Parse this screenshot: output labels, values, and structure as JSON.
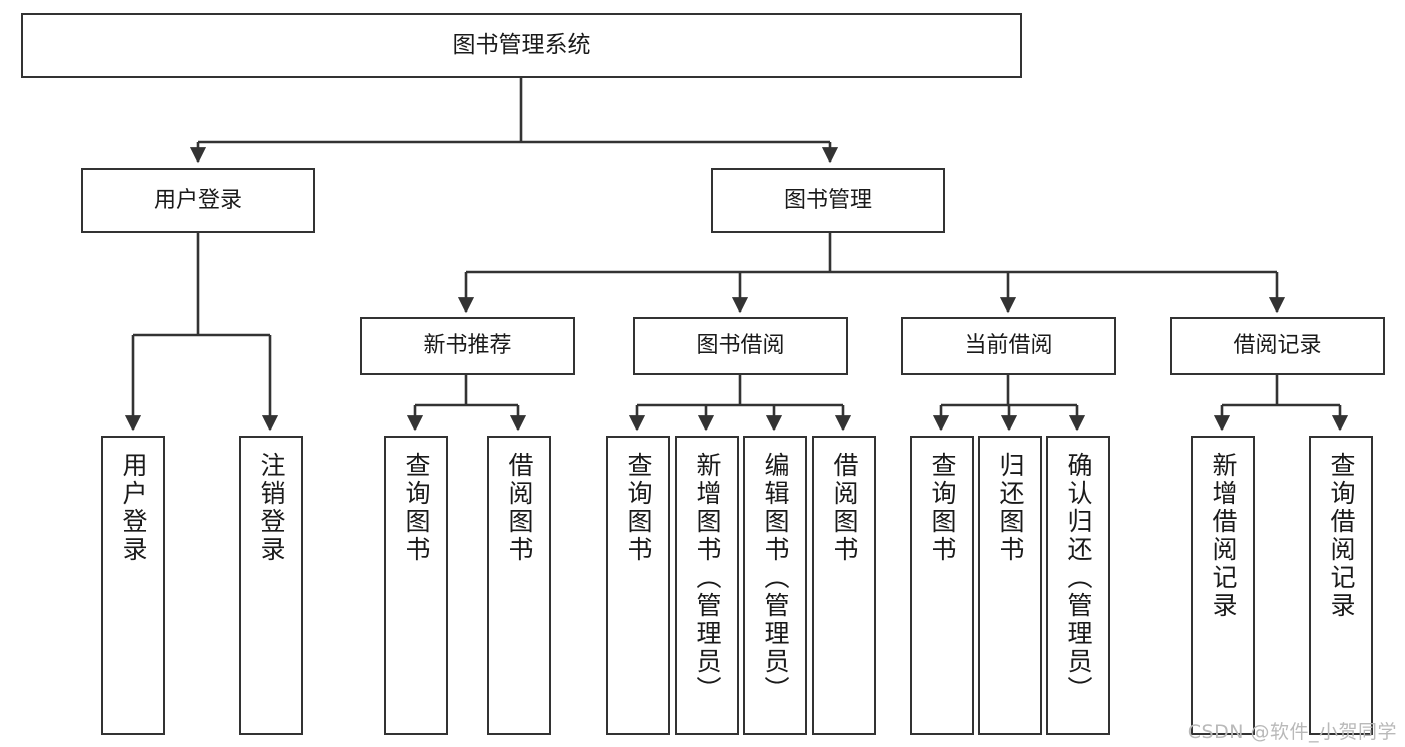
{
  "diagram": {
    "type": "tree-hierarchy",
    "title": "图书管理系统",
    "orientation": "top-down",
    "colors": {
      "background": "#ffffff",
      "box_border": "#333333",
      "box_fill": "#ffffff",
      "connector": "#333333",
      "watermark": "#b9b9b9"
    },
    "root": {
      "label": "图书管理系统"
    },
    "tier2": [
      {
        "id": "user-login",
        "label": "用户登录"
      },
      {
        "id": "book-manage",
        "label": "图书管理"
      }
    ],
    "tier3": [
      {
        "id": "new-book-rec",
        "label": "新书推荐"
      },
      {
        "id": "book-borrow",
        "label": "图书借阅"
      },
      {
        "id": "current-borrow",
        "label": "当前借阅"
      },
      {
        "id": "borrow-record",
        "label": "借阅记录"
      }
    ],
    "leaves": {
      "user_login": [
        {
          "id": "leaf-user-login",
          "label": "用户登录"
        },
        {
          "id": "leaf-logout",
          "label": "注销登录"
        }
      ],
      "new_book_rec": [
        {
          "id": "leaf-query-book-1",
          "label": "查询图书"
        },
        {
          "id": "leaf-borrow-book-1",
          "label": "借阅图书"
        }
      ],
      "book_borrow": [
        {
          "id": "leaf-query-book-2",
          "label": "查询图书"
        },
        {
          "id": "leaf-add-book",
          "label": "新增图书（管理员）"
        },
        {
          "id": "leaf-edit-book",
          "label": "编辑图书（管理员）"
        },
        {
          "id": "leaf-borrow-book-2",
          "label": "借阅图书"
        }
      ],
      "current_borrow": [
        {
          "id": "leaf-query-book-3",
          "label": "查询图书"
        },
        {
          "id": "leaf-return-book",
          "label": "归还图书"
        },
        {
          "id": "leaf-confirm-return",
          "label": "确认归还（管理员）"
        }
      ],
      "borrow_record": [
        {
          "id": "leaf-add-record",
          "label": "新增借阅记录"
        },
        {
          "id": "leaf-query-record",
          "label": "查询借阅记录"
        }
      ]
    }
  },
  "watermark": {
    "text": "CSDN @软件_小贺同学"
  }
}
